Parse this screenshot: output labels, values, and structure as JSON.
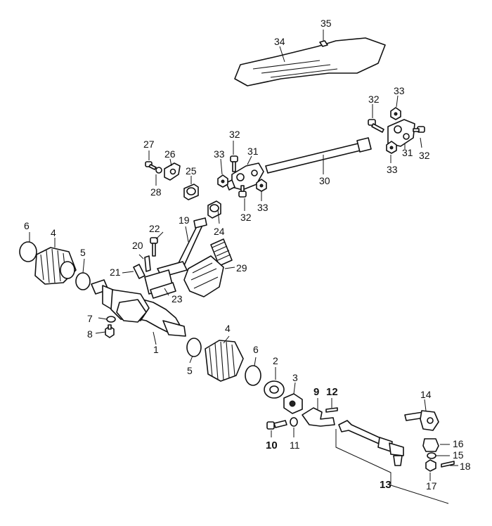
{
  "labels": {
    "l1": "1",
    "l2": "2",
    "l3": "3",
    "l4a": "4",
    "l4b": "4",
    "l5a": "5",
    "l5b": "5",
    "l6a": "6",
    "l6b": "6",
    "l7": "7",
    "l8": "8",
    "l9": "9",
    "l10": "10",
    "l11": "11",
    "l12": "12",
    "l13": "13",
    "l14": "14",
    "l15": "15",
    "l16": "16",
    "l17": "17",
    "l18": "18",
    "l19": "19",
    "l20": "20",
    "l21": "21",
    "l22": "22",
    "l23": "23",
    "l24": "24",
    "l25": "25",
    "l26": "26",
    "l27": "27",
    "l28": "28",
    "l29": "29",
    "l30": "30",
    "l31a": "31",
    "l31b": "31",
    "l32a": "32",
    "l32b": "32",
    "l32c": "32",
    "l32d": "32",
    "l33a": "33",
    "l33b": "33",
    "l33c": "33",
    "l33d": "33",
    "l34": "34",
    "l35": "35"
  }
}
